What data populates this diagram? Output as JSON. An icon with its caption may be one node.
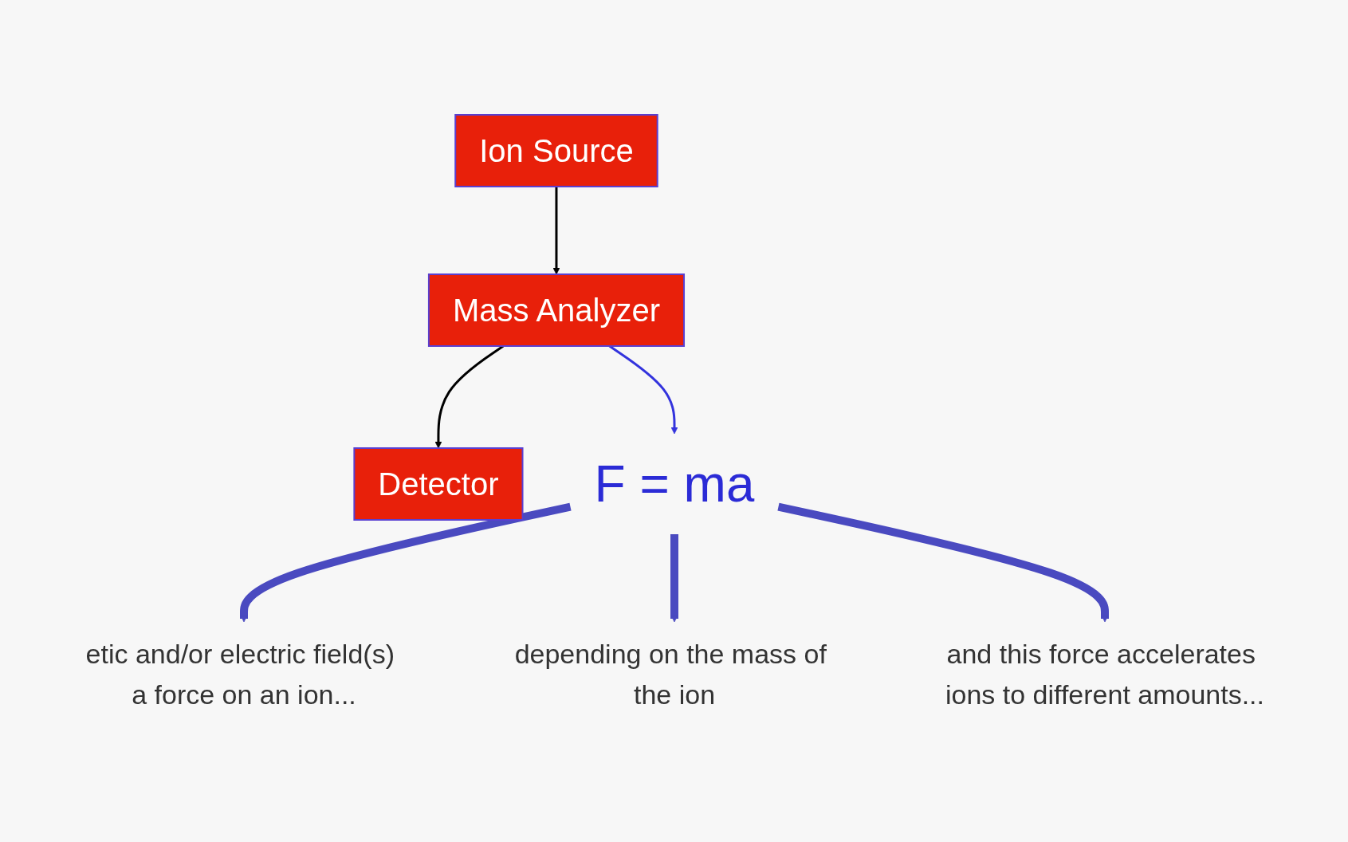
{
  "diagram": {
    "nodes": [
      {
        "text": [
          "Ion Source"
        ]
      },
      {
        "text": [
          "Mass Analyzer"
        ]
      },
      {
        "text": [
          "Detector"
        ]
      },
      {
        "text": [
          "F = ma"
        ]
      },
      {
        "text": [
          "etic and/or electric field(s) a force on an ion..."
        ]
      },
      {
        "text": [
          "depending on the mass of the ion"
        ]
      },
      {
        "text": [
          "and this force accelerates ions to different amounts..."
        ]
      }
    ],
    "edges": [
      {
        "from": 0,
        "to": 1,
        "arrow": "to",
        "color": "#000000"
      },
      {
        "from": 1,
        "to": 2,
        "arrow": "to",
        "color": "#000000"
      },
      {
        "from": 1,
        "to": 3,
        "arrow": "to",
        "color": "#3333dd"
      },
      {
        "from": 3,
        "to": 4,
        "arrow": "to",
        "style": "thick",
        "color": "#4a4ac0"
      },
      {
        "from": 3,
        "to": 5,
        "arrow": "to",
        "style": "thick",
        "color": "#4a4ac0"
      },
      {
        "from": 3,
        "to": 6,
        "arrow": "to",
        "style": "thick",
        "color": "#4a4ac0"
      }
    ]
  }
}
